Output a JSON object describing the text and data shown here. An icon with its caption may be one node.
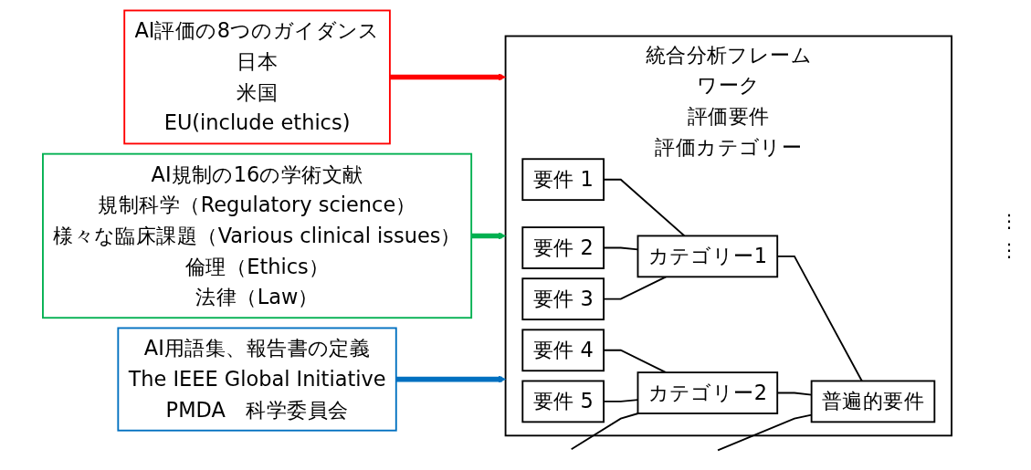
{
  "diagram": {
    "nodes": [
      {
        "text": [
          "AI評価の8つのガイダンス",
          "日本",
          "米国",
          "EU(include ethics)"
        ]
      },
      {
        "text": [
          "AI規制の16の学術文献",
          "規制科学（Regulatory science）",
          "様々な臨床課題（Various clinical issues）",
          "倫理（Ethics）",
          "法律（Law）"
        ]
      },
      {
        "text": [
          "AI用語集、報告書の定義",
          "The IEEE Global Initiative",
          "PMDA　科学委員会"
        ]
      },
      {
        "text": [
          "統合分析フレームワーク",
          "評価要件",
          "評価カテゴリー"
        ]
      },
      {
        "text": [
          "要件 1"
        ],
        "in": 3
      },
      {
        "text": [
          "要件 2"
        ],
        "in": 3
      },
      {
        "text": [
          "要件 3"
        ],
        "in": 3
      },
      {
        "text": [
          "要件 4"
        ],
        "in": 3
      },
      {
        "text": [
          "要件 5"
        ],
        "in": 3
      },
      {
        "text": [
          "カテゴリー1"
        ],
        "in": 3
      },
      {
        "text": [
          "カテゴリー2"
        ],
        "in": 3
      },
      {
        "text": [
          "普遍的要件"
        ],
        "in": 3
      }
    ],
    "edges": [
      {
        "from": 0,
        "to": 3,
        "arrow": "to",
        "style": "thick",
        "color": "#ff0000"
      },
      {
        "from": 1,
        "to": 3,
        "arrow": "to",
        "style": "thick",
        "color": "#00b050"
      },
      {
        "from": 2,
        "to": 3,
        "arrow": "to",
        "style": "thick",
        "color": "#0070c0"
      },
      {
        "from": 4,
        "to": 9,
        "arrow": "none"
      },
      {
        "from": 5,
        "to": 9,
        "arrow": "none"
      },
      {
        "from": 6,
        "to": 9,
        "arrow": "none"
      },
      {
        "from": 7,
        "to": 10,
        "arrow": "none"
      },
      {
        "from": 8,
        "to": 10,
        "arrow": "none"
      },
      {
        "from": null,
        "to": 10,
        "arrow": "none"
      },
      {
        "from": 9,
        "to": 11,
        "arrow": "none"
      },
      {
        "from": 10,
        "to": 11,
        "arrow": "none"
      },
      {
        "from": null,
        "to": 11,
        "arrow": "none"
      }
    ],
    "labels": [
      "⋮",
      "⋮"
    ]
  }
}
